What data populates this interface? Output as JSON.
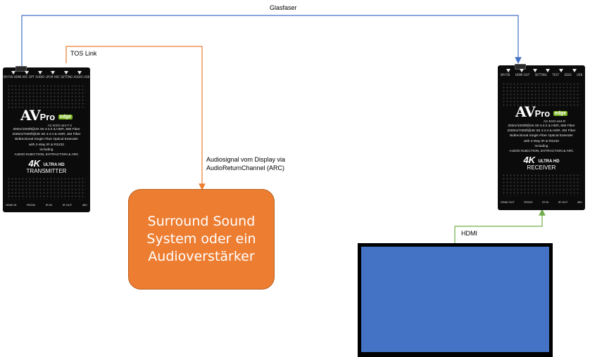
{
  "connections": {
    "fiber_label": "Glasfaser",
    "tos_label": "TOS Link",
    "arc_label_line1": "Audiosignal vom Display via",
    "arc_label_line2": "AudioReturnChannel (ARC)",
    "hdmi_label": "HDMI",
    "fiber_color": "#4472c4",
    "audio_color": "#ed7d31",
    "hdmi_color": "#70ad47"
  },
  "transmitter": {
    "model": "AC-EXO-444-T-2",
    "spec_lines": [
      "300m/1000ft@4K 60 4:4:4 & HDR, MM Fiber",
      "2000m/7000ft@4K 60 4:4:4 & HDR, SM Fiber",
      "Bidirectional Single Fiber Optical Extender",
      "with 2-Way IR & RS232",
      "including",
      "AUDIO INJECTION, EXTRACTION & ARC"
    ],
    "role": "TRANSMITTER",
    "top_ports": [
      "SM FIB",
      "HDMI ARC",
      "OPT AUDIO",
      "LPCM ARC",
      "SETTING AUDIO",
      "USB"
    ],
    "bottom_ports": [
      "HDMI IN",
      "RS232",
      "IR IN",
      "IR OUT",
      "48V"
    ]
  },
  "receiver": {
    "model": "AC-EXO-444-R",
    "spec_lines": [
      "300m/1000ft@4K 60 4:4:4 & HDR, MM Fiber",
      "2000m/7000ft@4K 60 4:4:4 & HDR, SM Fiber",
      "Bidirectional Single Fiber Optical Extender",
      "with 2-Way IR & RS232",
      "including",
      "AUDIO INJECTION, EXTRACTION & ARC"
    ],
    "role": "RECEIVER",
    "top_ports": [
      "SM FIB",
      "HDMI OUT",
      "SETTING",
      "TEST",
      "EDID",
      "USB"
    ],
    "bottom_ports": [
      "HDMI OUT",
      "RS232",
      "IR IN",
      "IR OUT",
      "48V"
    ]
  },
  "brand": {
    "logo_av": "AV",
    "logo_pro": "Pro",
    "logo_edge": "edge",
    "badge_4k": "4K",
    "badge_uhd": "ULTRA HD"
  },
  "amplifier": {
    "line1": "Surround Sound",
    "line2": "System oder ein",
    "line3": "Audioverstärker",
    "color": "#ed7d31"
  },
  "display": {
    "screen_color": "#4472c4"
  }
}
